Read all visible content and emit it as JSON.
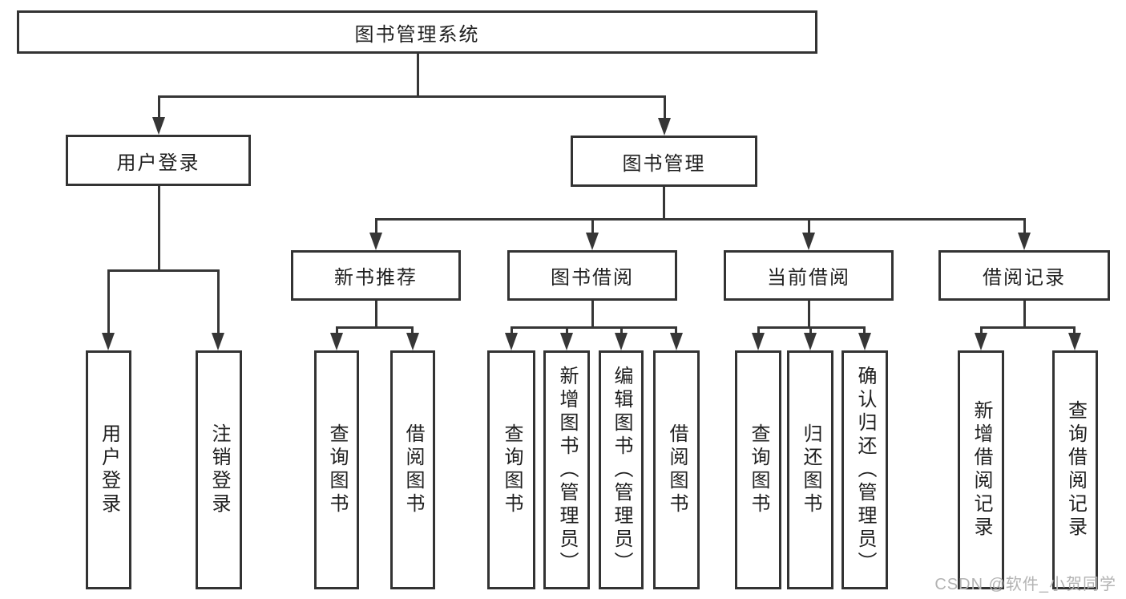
{
  "diagram": {
    "root": {
      "label": "图书管理系统"
    },
    "login": {
      "label": "用户登录",
      "children": [
        {
          "label": "用户登录"
        },
        {
          "label": "注销登录"
        }
      ]
    },
    "mgmt": {
      "label": "图书管理",
      "sections": [
        {
          "label": "新书推荐",
          "children": [
            {
              "label": "查询图书"
            },
            {
              "label": "借阅图书"
            }
          ]
        },
        {
          "label": "图书借阅",
          "children": [
            {
              "label": "查询图书"
            },
            {
              "label": "新增图书（管理员）"
            },
            {
              "label": "编辑图书（管理员）"
            },
            {
              "label": "借阅图书"
            }
          ]
        },
        {
          "label": "当前借阅",
          "children": [
            {
              "label": "查询图书"
            },
            {
              "label": "归还图书"
            },
            {
              "label": "确认归还（管理员）"
            }
          ]
        },
        {
          "label": "借阅记录",
          "children": [
            {
              "label": "新增借阅记录"
            },
            {
              "label": "查询借阅记录"
            }
          ]
        }
      ]
    }
  },
  "watermark": {
    "text": "CSDN @软件_小贺同学"
  },
  "colors": {
    "line": "#363636",
    "text": "#1f1f1f",
    "watermark": "#b3b3b3",
    "background": "#ffffff"
  }
}
